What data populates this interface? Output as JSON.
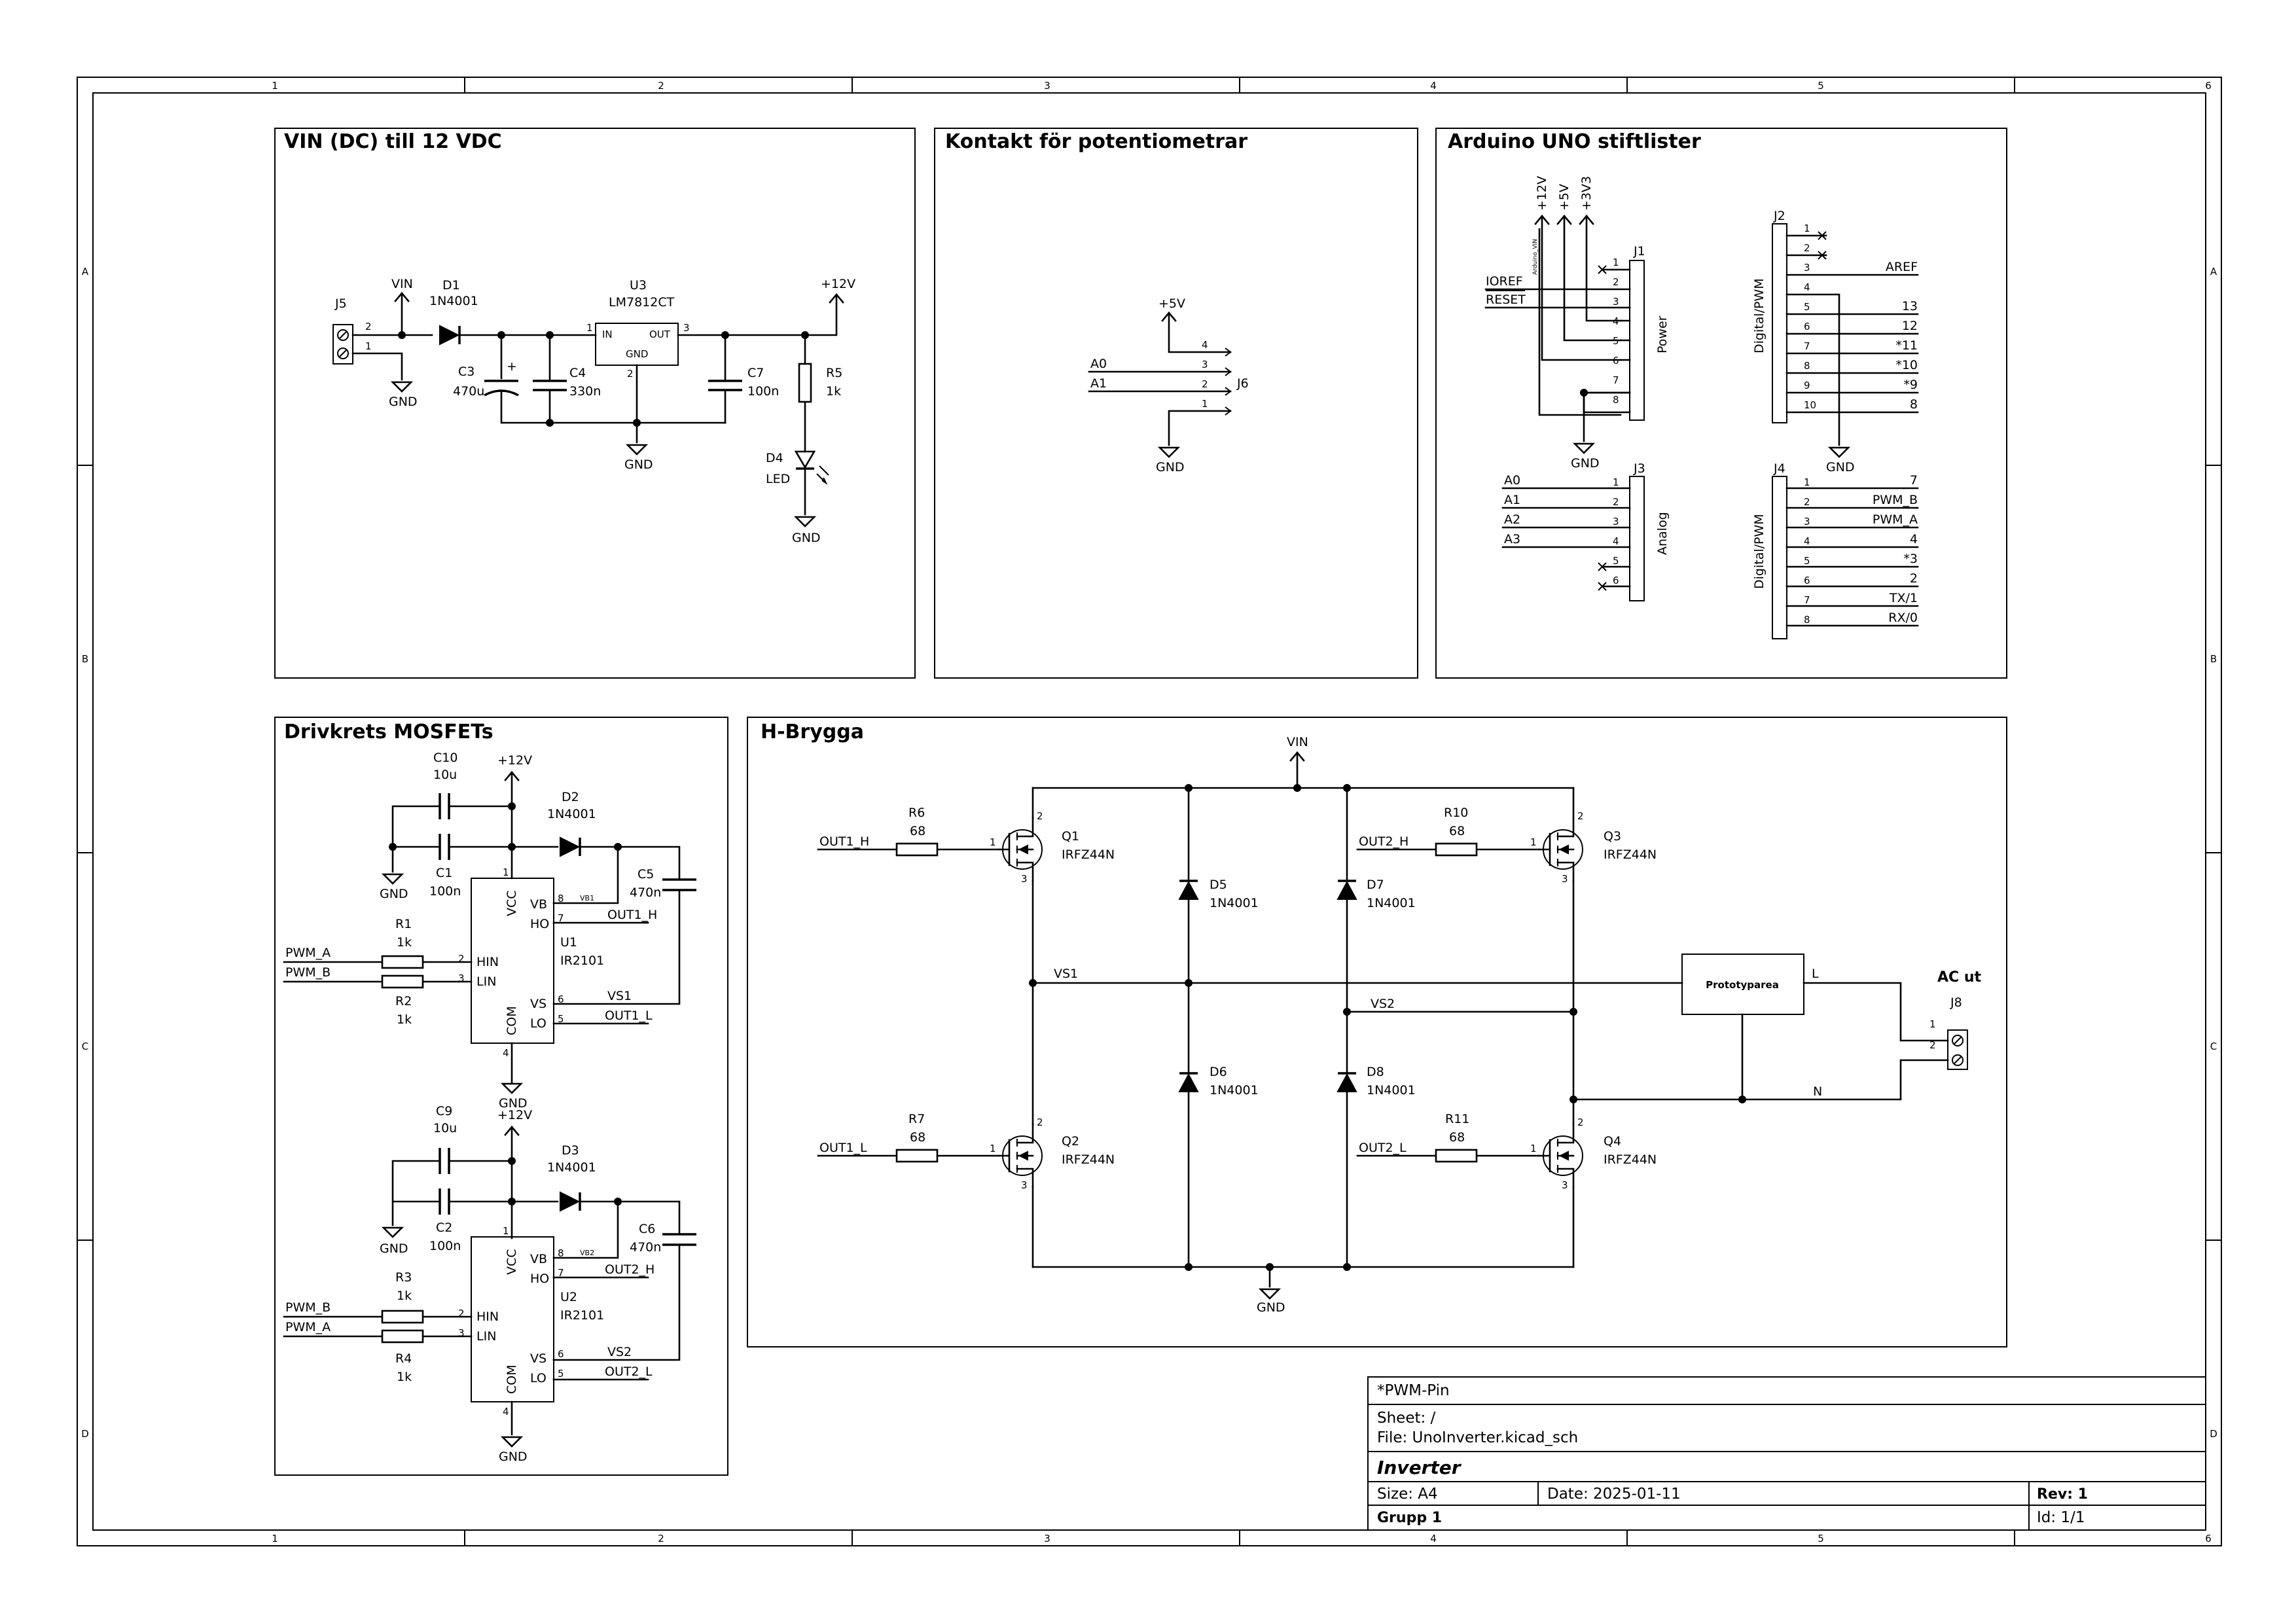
{
  "frame": {
    "col_labels": [
      "1",
      "2",
      "3",
      "4",
      "5",
      "6"
    ],
    "row_labels": [
      "A",
      "B",
      "C",
      "D"
    ]
  },
  "blocks": {
    "vin": "VIN (DC) till 12 VDC",
    "pot": "Kontakt för potentiometrar",
    "arduino": "Arduino UNO stiftlister",
    "driver": "Drivkrets MOSFETs",
    "hbridge": "H-Brygga"
  },
  "supply": {
    "J5": "J5",
    "J5_pin2": "2",
    "J5_pin1": "1",
    "VIN": "VIN",
    "GND1": "GND",
    "D1": "D1",
    "D1_val": "1N4001",
    "U3": "U3",
    "U3_val": "LM7812CT",
    "U3_in": "IN",
    "U3_out": "OUT",
    "U3_gnd": "GND",
    "U3_p1": "1",
    "U3_p3": "3",
    "U3_p2": "2",
    "C3": "C3",
    "C3_val": "470u",
    "C3_plus": "+",
    "C4": "C4",
    "C4_val": "330n",
    "C7": "C7",
    "C7_val": "100n",
    "GND2": "GND",
    "P12V": "+12V",
    "R5": "R5",
    "R5_val": "1k",
    "D4": "D4",
    "D4_val": "LED",
    "GND3": "GND"
  },
  "pot": {
    "P5V": "+5V",
    "A0": "A0",
    "A1": "A1",
    "pins": [
      "4",
      "3",
      "2",
      "1"
    ],
    "J6": "J6",
    "GND": "GND"
  },
  "arduino": {
    "power_rails": [
      "+12V",
      "+5V",
      "+3V3"
    ],
    "arduino_vin": "Arduino_VIN",
    "J1": "J1",
    "J1_name": "Power",
    "J1_pins": [
      "1",
      "2",
      "3",
      "4",
      "5",
      "6",
      "7",
      "8"
    ],
    "IOREF": "IOREF",
    "RESET": "RESET",
    "GND1": "GND",
    "J3": "J3",
    "J3_name": "Analog",
    "J3_pins": [
      "1",
      "2",
      "3",
      "4",
      "5",
      "6"
    ],
    "J3_labels": [
      "A0",
      "A1",
      "A2",
      "A3"
    ],
    "J2": "J2",
    "J2_name": "Digital/PWM",
    "J2_pins": [
      "1",
      "2",
      "3",
      "4",
      "5",
      "6",
      "7",
      "8",
      "9",
      "10"
    ],
    "J2_labels": [
      "AREF",
      "13",
      "12",
      "*11",
      "*10",
      "*9",
      "8"
    ],
    "GND2": "GND",
    "J4": "J4",
    "J4_name": "Digital/PWM",
    "J4_pins": [
      "1",
      "2",
      "3",
      "4",
      "5",
      "6",
      "7",
      "8"
    ],
    "J4_labels": [
      "7",
      "PWM_B",
      "PWM_A",
      "4",
      "*3",
      "2",
      "TX/1",
      "RX/0"
    ]
  },
  "driver": {
    "C10": "C10",
    "C10_val": "10u",
    "C1": "C1",
    "C1_val": "100n",
    "P12V_a": "+12V",
    "D2": "D2",
    "D2_val": "1N4001",
    "C5": "C5",
    "C5_val": "470n",
    "GND_a": "GND",
    "VB1": "VB1",
    "U1": "U1",
    "U1_val": "IR2101",
    "pin_vcc": "VCC",
    "pin_vb": "VB",
    "pin_ho": "HO",
    "pin_hin": "HIN",
    "pin_lin": "LIN",
    "pin_vs": "VS",
    "pin_lo": "LO",
    "pin_com": "COM",
    "pn1": "1",
    "pn2": "2",
    "pn3": "3",
    "pn4": "4",
    "pn5": "5",
    "pn6": "6",
    "pn7": "7",
    "pn8": "8",
    "R1": "R1",
    "R1_val": "1k",
    "R2": "R2",
    "R2_val": "1k",
    "PWM_A": "PWM_A",
    "PWM_B": "PWM_B",
    "OUT1_H": "OUT1_H",
    "VS1": "VS1",
    "OUT1_L": "OUT1_L",
    "GND_b": "GND",
    "C9": "C9",
    "C9_val": "10u",
    "C2": "C2",
    "C2_val": "100n",
    "P12V_b": "+12V",
    "D3": "D3",
    "D3_val": "1N4001",
    "C6": "C6",
    "C6_val": "470n",
    "GND_c": "GND",
    "VB2": "VB2",
    "U2": "U2",
    "U2_val": "IR2101",
    "R3": "R3",
    "R3_val": "1k",
    "R4": "R4",
    "R4_val": "1k",
    "OUT2_H": "OUT2_H",
    "VS2": "VS2",
    "OUT2_L": "OUT2_L",
    "GND_d": "GND"
  },
  "hbridge": {
    "VIN": "VIN",
    "GND": "GND",
    "OUT1_H": "OUT1_H",
    "OUT1_L": "OUT1_L",
    "OUT2_H": "OUT2_H",
    "OUT2_L": "OUT2_L",
    "R6": "R6",
    "R6_val": "68",
    "R7": "R7",
    "R7_val": "68",
    "R10": "R10",
    "R10_val": "68",
    "R11": "R11",
    "R11_val": "68",
    "Q1": "Q1",
    "Q2": "Q2",
    "Q3": "Q3",
    "Q4": "Q4",
    "Q_val": "IRFZ44N",
    "qp1": "1",
    "qp2": "2",
    "qp3": "3",
    "D5": "D5",
    "D6": "D6",
    "D7": "D7",
    "D8": "D8",
    "D_val": "1N4001",
    "VS1": "VS1",
    "VS2": "VS2",
    "proto": "Prototyparea",
    "L": "L",
    "N": "N",
    "ac": "AC ut",
    "J8": "J8",
    "J8_p1": "1",
    "J8_p2": "2"
  },
  "title_block": {
    "note": "*PWM-Pin",
    "sheet": "Sheet: /",
    "file": "File: UnoInverter.kicad_sch",
    "title": "Inverter",
    "size": "Size: A4",
    "date": "Date: 2025-01-11",
    "rev": "Rev: 1",
    "company": "Grupp 1",
    "id": "Id: 1/1"
  }
}
